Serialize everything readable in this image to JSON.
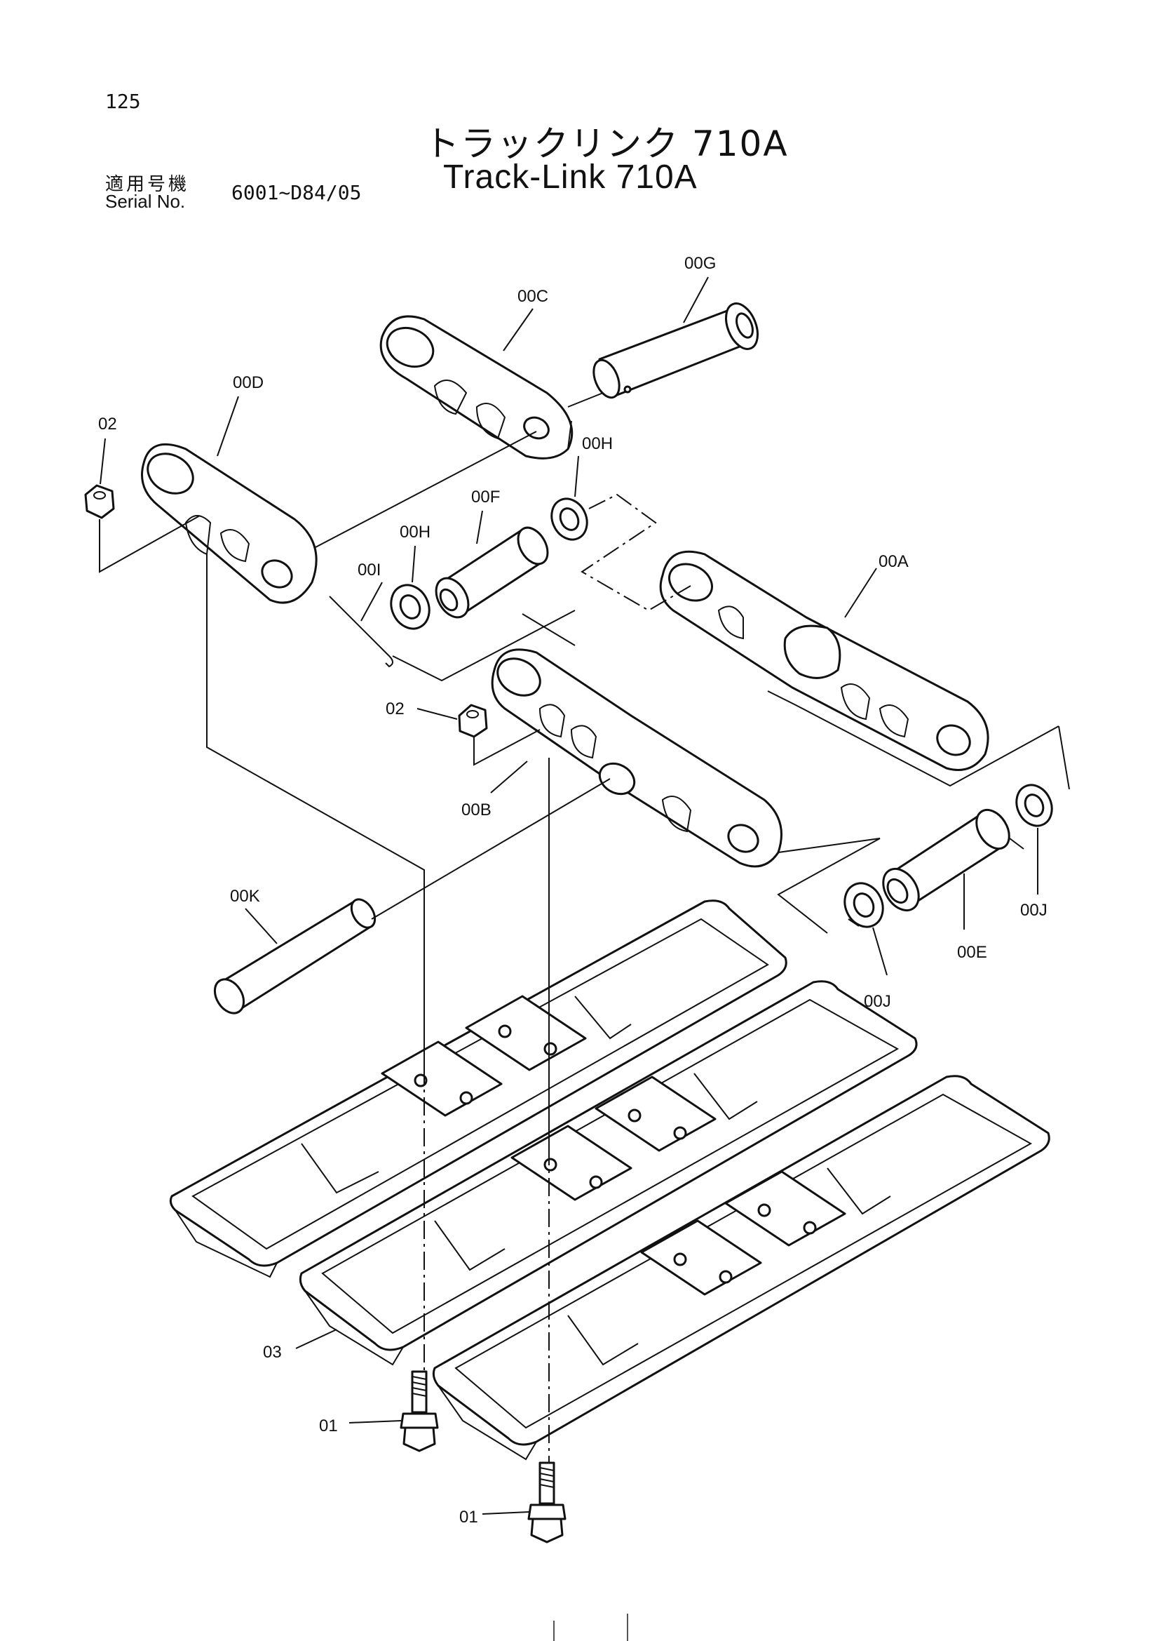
{
  "page": {
    "number": "125",
    "title_ja": "トラックリンク 710A",
    "title_en": "Track-Link 710A",
    "serial_label_ja": "適用号機",
    "serial_label_en": "Serial No.",
    "serial_range": "6001~D84/05"
  },
  "callouts": [
    "00G",
    "00C",
    "00D",
    "02",
    "00H",
    "00F",
    "00H",
    "00I",
    "00A",
    "02",
    "00B",
    "00K",
    "00J",
    "00E",
    "00J",
    "03",
    "01",
    "01"
  ]
}
